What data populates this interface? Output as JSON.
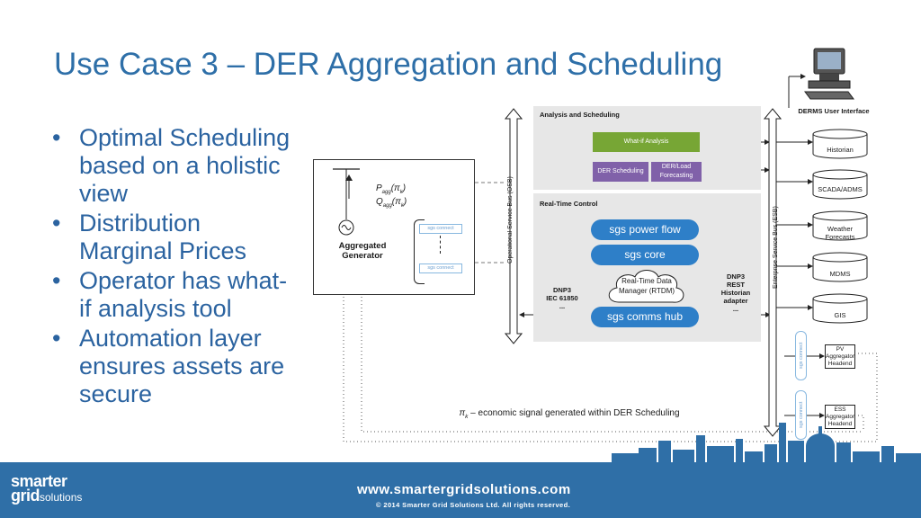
{
  "slide": {
    "title": "Use Case 3 – DER Aggregation and Scheduling",
    "bullets": [
      "Optimal Scheduling based on a holistic view",
      "Distribution Marginal Prices",
      "Operator has what-if analysis tool",
      "Automation layer ensures assets are secure"
    ]
  },
  "generator": {
    "p_main": "P",
    "p_sub": "agg",
    "p_arg": "(π",
    "p_argsub": "k",
    "p_close": ")",
    "q_main": "Q",
    "q_sub": "agg",
    "q_arg": "(π",
    "q_argsub": "k",
    "q_close": ")",
    "label": "Aggregated Generator",
    "connect_top": "sgs connect",
    "connect_bottom": "sgs connect"
  },
  "bus": {
    "osb": "Operational Service Bus (OSB)",
    "esb": "Enterprise Service Bus (ESB)"
  },
  "analysis": {
    "header": "Analysis and Scheduling",
    "what_if": "What-if Analysis",
    "der_scheduling": "DER Scheduling",
    "der_load_forecasting": "DER/Load Forecasting"
  },
  "realtime": {
    "header": "Real-Time Control",
    "power_flow": "sgs power flow",
    "core": "sgs core",
    "rtdm": "Real-Time Data Manager (RTDM)",
    "comms_hub": "sgs comms hub",
    "left_protocols": "DNP3\nIEC 61850\n...",
    "right_protocols": "DNP3\nREST\nHistorian\nadapter\n..."
  },
  "derms": {
    "ui_label": "DERMS User Interface",
    "databases": [
      "Historian",
      "SCADA/ADMS",
      "Weather Forecasts",
      "MDMS",
      "GIS"
    ],
    "connect_top": "sgs connect",
    "connect_bottom": "sgs connect",
    "pv_headend": "PV Aggregator Headend",
    "ess_headend": "ESS Aggregator Headend"
  },
  "footnote": {
    "sym": "π",
    "sub": "k",
    "text": " – economic signal generated within DER Scheduling"
  },
  "footer": {
    "logo_line1": "smarter",
    "logo_line2": "grid",
    "logo_suffix": "solutions",
    "url": "www.smartergridsolutions.com",
    "copyright": "© 2014 Smarter Grid Solutions Ltd. All rights reserved."
  },
  "colors": {
    "title": "#2e6fa8",
    "footer": "#2f6fa7",
    "green": "#77a635",
    "purple": "#8061a9",
    "blue": "#2e7fc8",
    "panel": "#e7e7e7"
  }
}
